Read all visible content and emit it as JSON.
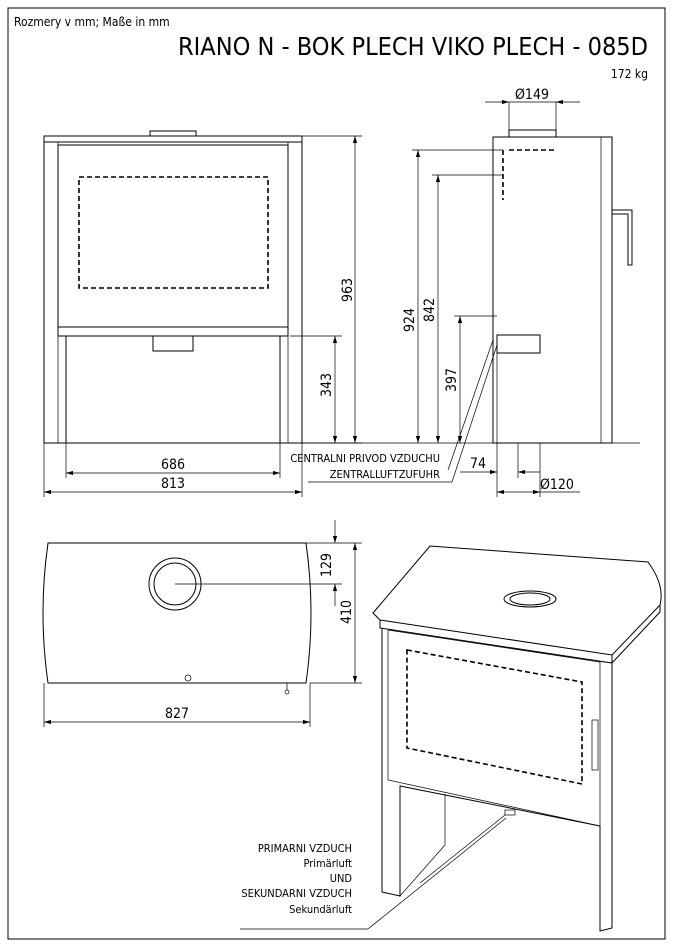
{
  "header": {
    "units_note": "Rozmery v mm; Maße in mm",
    "title": "RIANO N - BOK PLECH VIKO PLECH - 085D",
    "weight": "172 kg"
  },
  "front_view": {
    "height_total": "963",
    "height_base": "343",
    "width_inner": "686",
    "width_total": "813"
  },
  "side_view": {
    "flue_diameter": "Ø149",
    "height_flue_center": "924",
    "height_rear_outlet": "842",
    "height_air_inlet": "397",
    "air_inlet_offset": "74",
    "air_inlet_diameter": "Ø120",
    "note_cz": "CENTRALNI PRIVOD VZDUCHU",
    "note_de": "ZENTRALLUFTZUFUHR"
  },
  "top_view": {
    "flue_offset": "129",
    "depth": "410",
    "width": "827"
  },
  "iso_view": {
    "notes": [
      "PRIMARNI VZDUCH",
      "Primärluft",
      "UND",
      "SEKUNDARNI VZDUCH",
      "Sekundärluft"
    ]
  }
}
